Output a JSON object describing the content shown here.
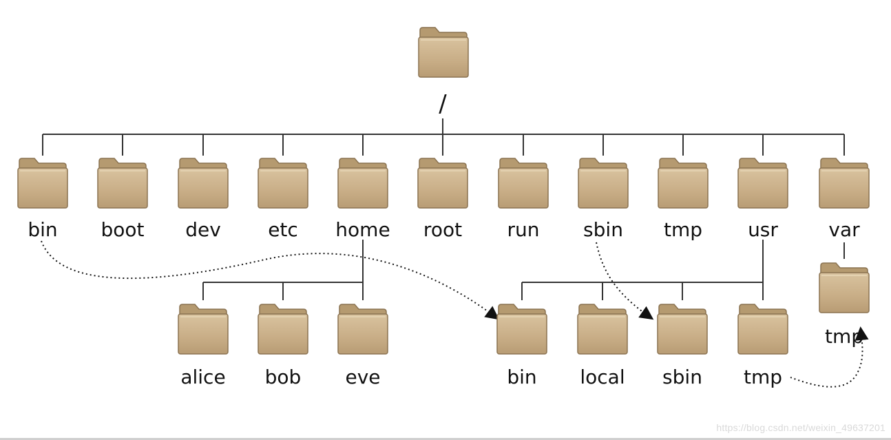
{
  "colors": {
    "folder_body": "#c9b08a",
    "folder_tab": "#b59a70",
    "folder_edge": "#8a7250",
    "line": "#333333",
    "arrow": "#111111"
  },
  "root": {
    "label": "/",
    "icon": "folder-icon"
  },
  "top_level": [
    {
      "label": "bin"
    },
    {
      "label": "boot"
    },
    {
      "label": "dev"
    },
    {
      "label": "etc"
    },
    {
      "label": "home"
    },
    {
      "label": "root"
    },
    {
      "label": "run"
    },
    {
      "label": "sbin"
    },
    {
      "label": "tmp"
    },
    {
      "label": "usr"
    },
    {
      "label": "var"
    }
  ],
  "home_children": [
    {
      "label": "alice"
    },
    {
      "label": "bob"
    },
    {
      "label": "eve"
    }
  ],
  "usr_children": [
    {
      "label": "bin"
    },
    {
      "label": "local"
    },
    {
      "label": "sbin"
    },
    {
      "label": "tmp"
    }
  ],
  "var_children": [
    {
      "label": "tmp"
    }
  ],
  "symlinks": [
    {
      "from": "bin",
      "to": "usr/bin"
    },
    {
      "from": "sbin",
      "to": "usr/sbin"
    },
    {
      "from": "usr/tmp",
      "to": "var/tmp"
    }
  ],
  "watermark": "https://blog.csdn.net/weixin_49637201"
}
